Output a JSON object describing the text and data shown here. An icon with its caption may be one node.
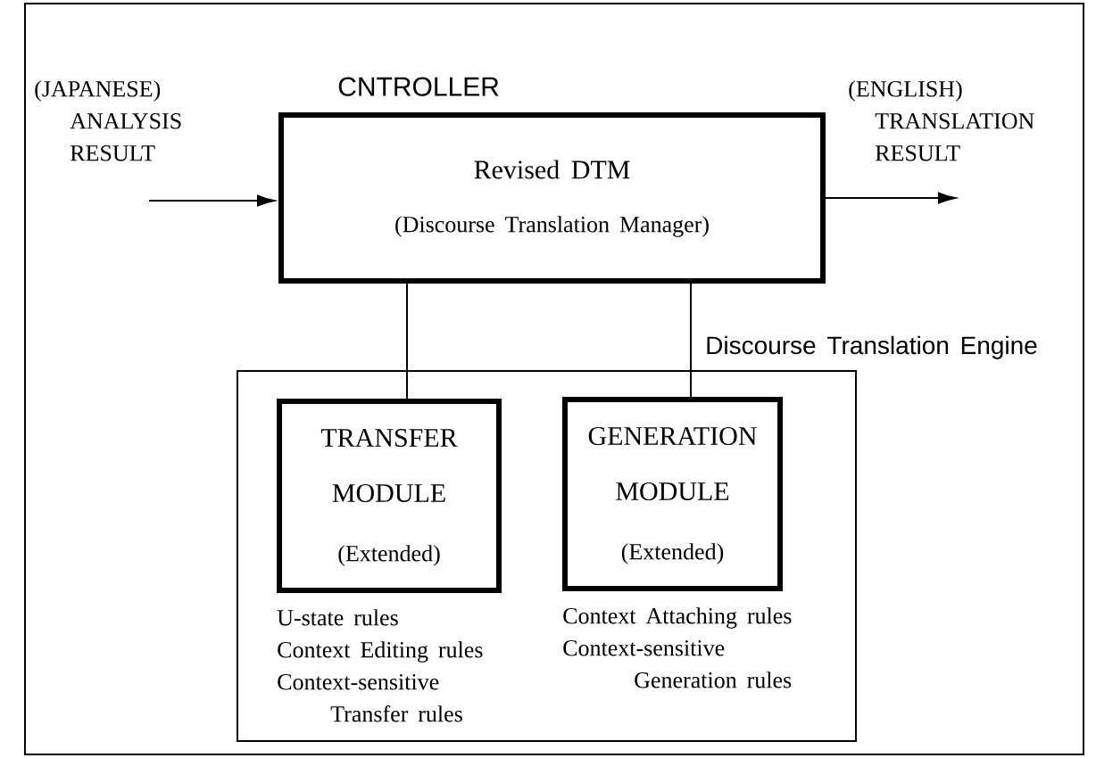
{
  "diagram": {
    "nodes": [
      {
        "text": [
          "CNTROLLER",
          "Revised DTM",
          "(Discourse Translation Manager)"
        ]
      },
      {
        "text": [
          "Discourse Translation Engine"
        ]
      },
      {
        "text": [
          "TRANSFER MODULE",
          "(Extended)"
        ],
        "in": 1,
        "beside": [
          "U-state rules",
          "Context Editing rules",
          "Context-sensitive Transfer rules"
        ]
      },
      {
        "text": [
          "GENERATION MODULE",
          "(Extended)"
        ],
        "in": 1,
        "beside": [
          "Context Attaching rules",
          "Context-sensitive Generation rules"
        ]
      }
    ],
    "edges": [
      {
        "from": null,
        "to": 0,
        "arrow": "to"
      },
      {
        "from": 0,
        "to": null,
        "arrow": "to"
      },
      {
        "from": 0,
        "to": 2,
        "arrow": "none"
      },
      {
        "from": 0,
        "to": 3,
        "arrow": "none"
      }
    ],
    "labels": [
      "(JAPANESE) ANALYSIS RESULT",
      "(ENGLISH) TRANSLATION RESULT"
    ]
  }
}
